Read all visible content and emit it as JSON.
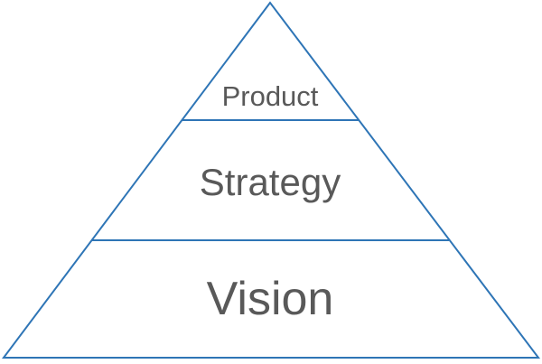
{
  "pyramid": {
    "levels": [
      "Product",
      "Strategy",
      "Vision"
    ],
    "line_color": "#2e75b6",
    "text_color": "#595959"
  }
}
